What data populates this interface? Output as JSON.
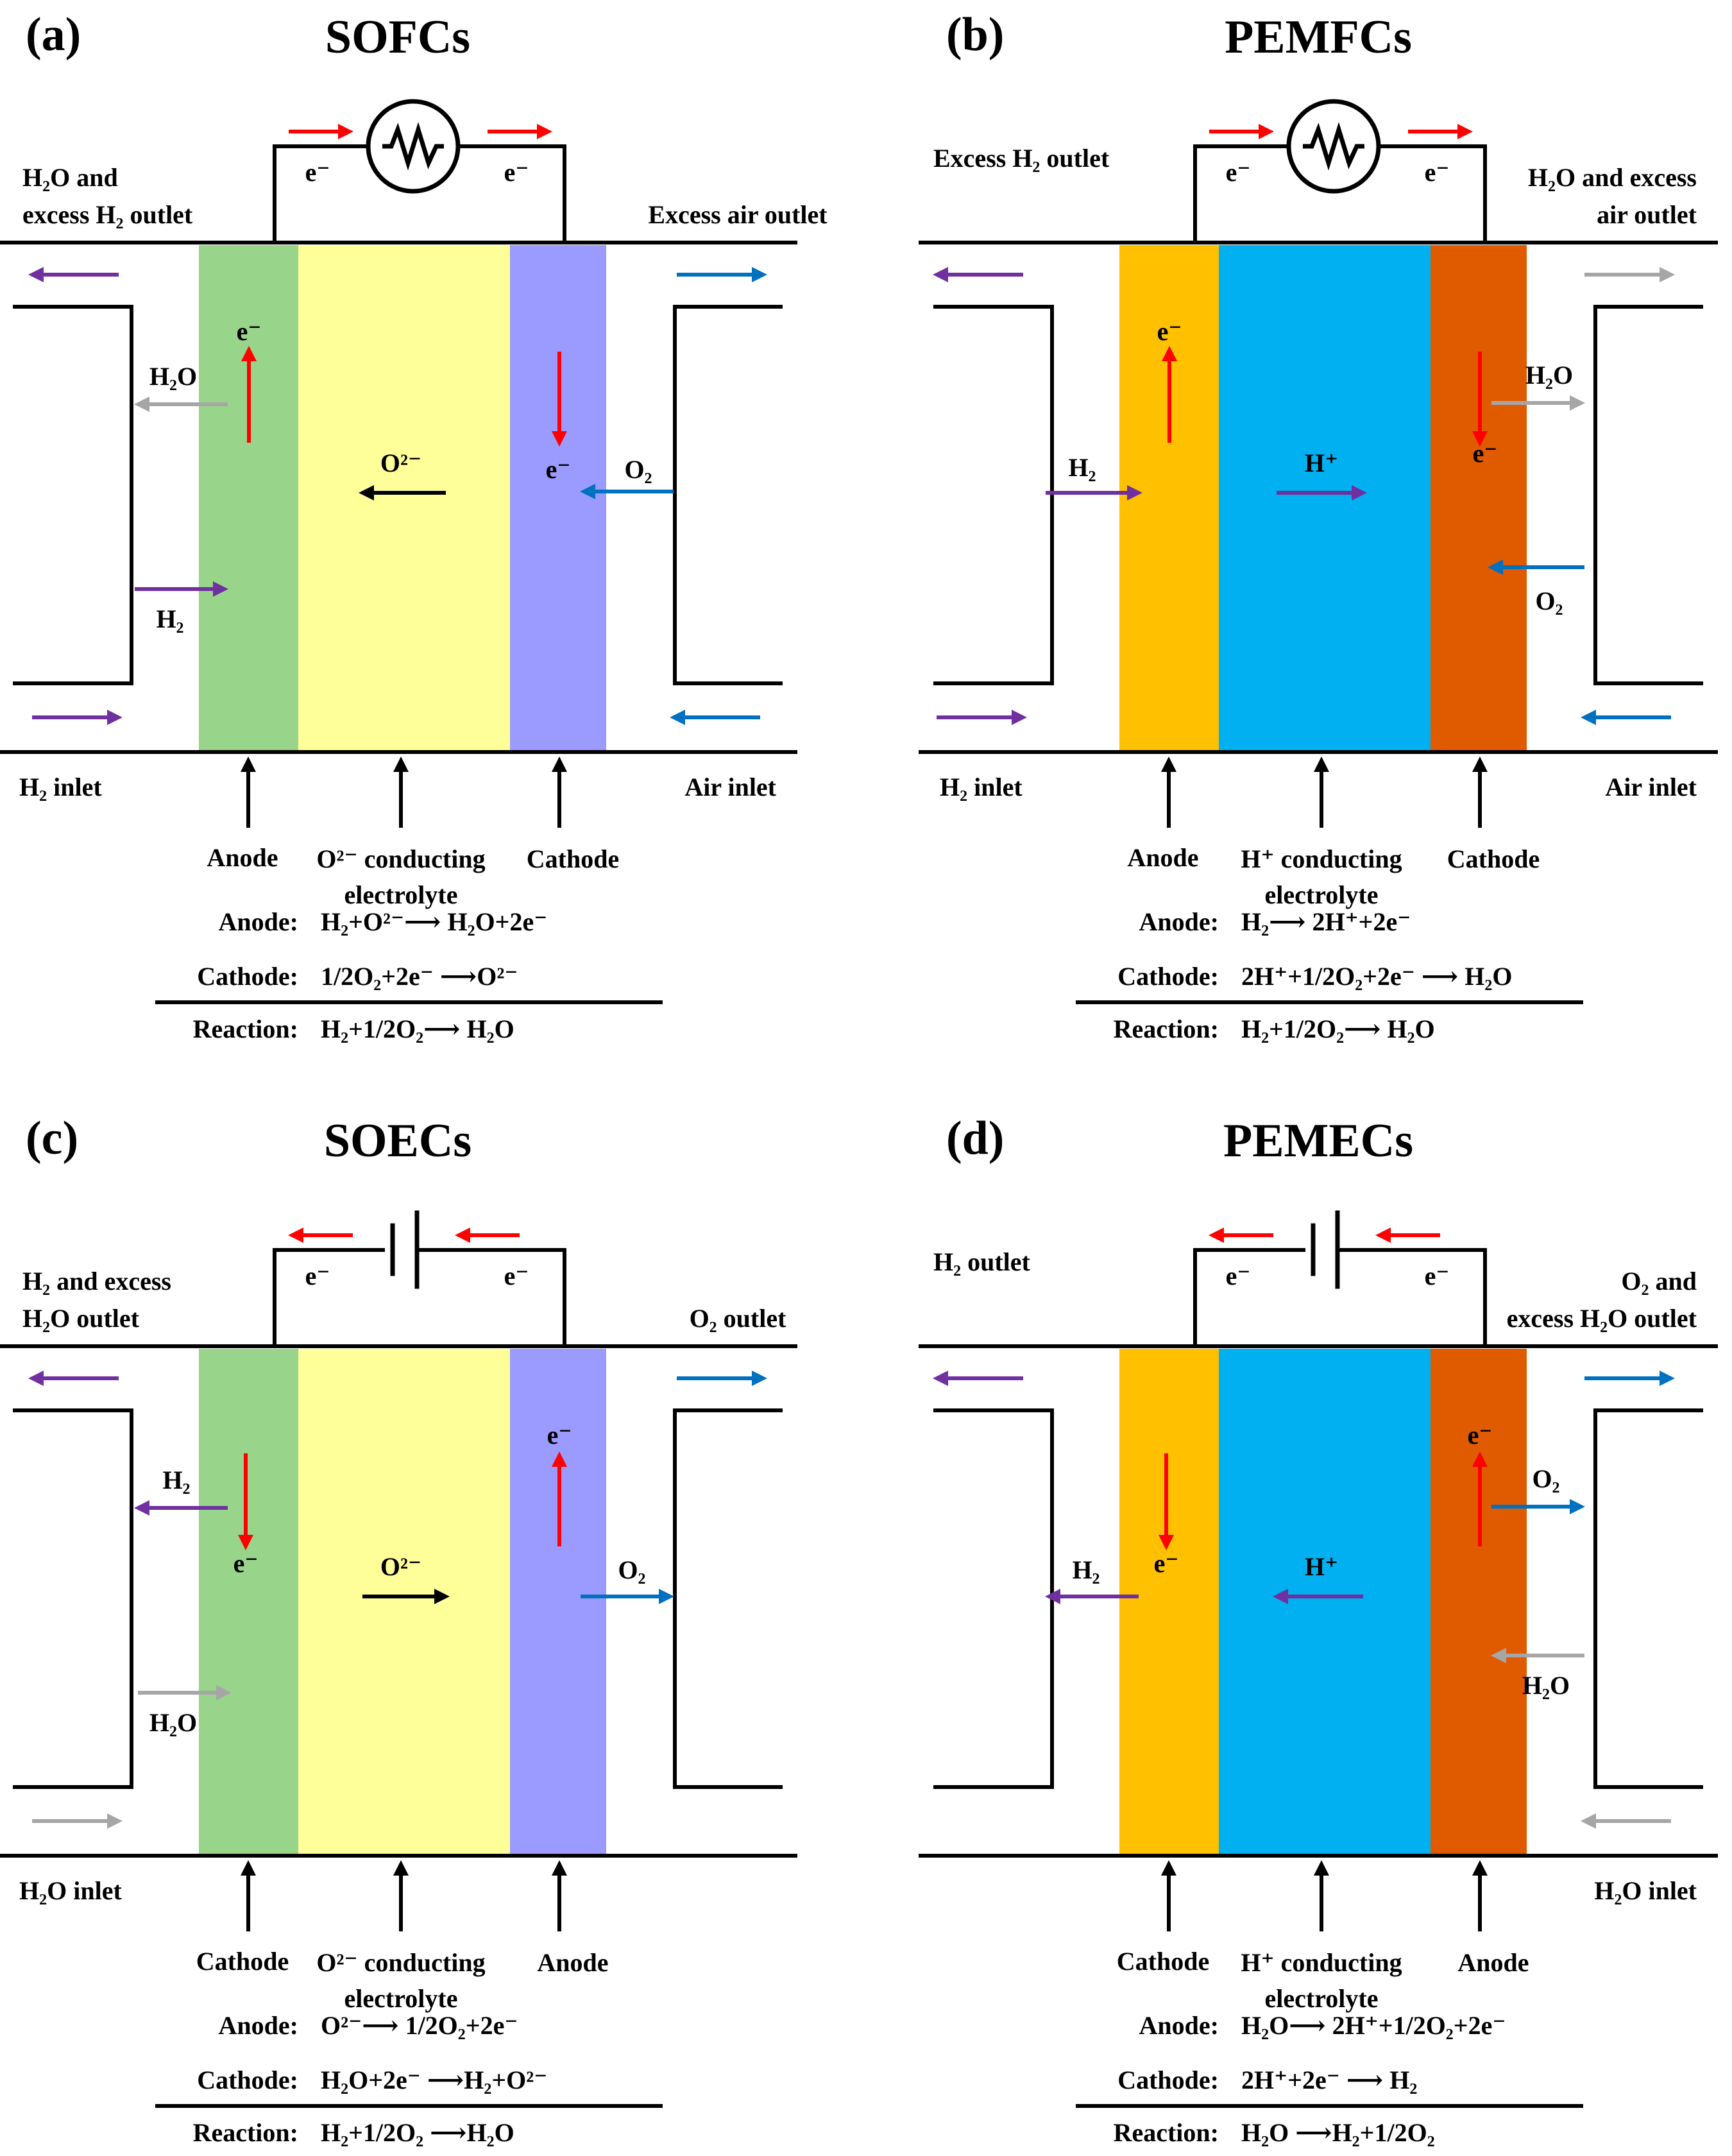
{
  "colors": {
    "sofc_anode": "#98D58A",
    "sofc_electrolyte": "#FFFF99",
    "sofc_cathode": "#9B9BFF",
    "pem_left": "#FFC000",
    "pem_electrolyte": "#00B0F0",
    "pem_right": "#E05A00",
    "electron_arrow": "#FF0000",
    "hydrogen_arrow": "#7030A0",
    "oxygen_arrow": "#0070C0",
    "water_arrow": "#A6A6A6",
    "ion_arrow_black": "#000000"
  },
  "panels": [
    {
      "id": "a",
      "tag": "(a)",
      "title": "SOFCs",
      "kind": "SOFC",
      "device": "load-resistor",
      "layer_colors": [
        "#98D58A",
        "#FFFF99",
        "#9B9BFF"
      ],
      "outlet_left": [
        "H₂O and",
        "excess H₂ outlet"
      ],
      "outlet_right": [
        "Excess air outlet"
      ],
      "inlet_left": "H₂ inlet",
      "inlet_right": "Air inlet",
      "wire_left_e": "e⁻",
      "wire_right_e": "e⁻",
      "electron_left_label": "e⁻",
      "electron_right_label": "e⁻",
      "left_top_species": "H₂O",
      "left_bottom_species": "H₂",
      "right_species": "O₂",
      "ion_label": "O²⁻",
      "layer_labels": [
        "Anode",
        "O²⁻ conducting",
        "electrolyte",
        "Cathode"
      ],
      "equations": [
        {
          "label": "Anode:",
          "text": "H₂+O²⁻⟶ H₂O+2e⁻"
        },
        {
          "label": "Cathode:",
          "text": "1/2O₂+2e⁻ ⟶O²⁻"
        },
        {
          "label": "Reaction:",
          "text": "H₂+1/2O₂⟶ H₂O"
        }
      ]
    },
    {
      "id": "b",
      "tag": "(b)",
      "title": "PEMFCs",
      "kind": "PEMFC",
      "device": "load-resistor",
      "layer_colors": [
        "#FFC000",
        "#00B0F0",
        "#E05A00"
      ],
      "outlet_left": [
        "Excess H₂ outlet"
      ],
      "outlet_right": [
        "H₂O and excess",
        "air outlet"
      ],
      "inlet_left": "H₂ inlet",
      "inlet_right": "Air inlet",
      "wire_left_e": "e⁻",
      "wire_right_e": "e⁻",
      "electron_left_label": "e⁻",
      "electron_right_label": "e⁻",
      "left_species": "H₂",
      "right_top_species": "H₂O",
      "right_bottom_species": "O₂",
      "ion_label": "H⁺",
      "layer_labels": [
        "Anode",
        "H⁺ conducting",
        "electrolyte",
        "Cathode"
      ],
      "equations": [
        {
          "label": "Anode:",
          "text": "H₂⟶ 2H⁺+2e⁻"
        },
        {
          "label": "Cathode:",
          "text": "2H⁺+1/2O₂+2e⁻ ⟶ H₂O"
        },
        {
          "label": "Reaction:",
          "text": "H₂+1/2O₂⟶ H₂O"
        }
      ]
    },
    {
      "id": "c",
      "tag": "(c)",
      "title": "SOECs",
      "kind": "SOEC",
      "device": "dc-power-source",
      "layer_colors": [
        "#98D58A",
        "#FFFF99",
        "#9B9BFF"
      ],
      "outlet_left": [
        "H₂ and excess",
        "H₂O outlet"
      ],
      "outlet_right": [
        "O₂ outlet"
      ],
      "inlet_left": "H₂O inlet",
      "wire_left_e": "e⁻",
      "wire_right_e": "e⁻",
      "electron_left_label": "e⁻",
      "electron_right_label": "e⁻",
      "left_top_species": "H₂",
      "left_bottom_species": "H₂O",
      "right_species": "O₂",
      "ion_label": "O²⁻",
      "layer_labels": [
        "Cathode",
        "O²⁻ conducting",
        "electrolyte",
        "Anode"
      ],
      "equations": [
        {
          "label": "Anode:",
          "text": "O²⁻⟶ 1/2O₂+2e⁻"
        },
        {
          "label": "Cathode:",
          "text": "H₂O+2e⁻ ⟶H₂+O²⁻"
        },
        {
          "label": "Reaction:",
          "text": "H₂+1/2O₂ ⟶H₂O"
        }
      ]
    },
    {
      "id": "d",
      "tag": "(d)",
      "title": "PEMECs",
      "kind": "PEMEC",
      "device": "dc-power-source",
      "layer_colors": [
        "#FFC000",
        "#00B0F0",
        "#E05A00"
      ],
      "outlet_left": [
        "H₂ outlet"
      ],
      "outlet_right": [
        "O₂ and",
        "excess H₂O outlet"
      ],
      "inlet_right": "H₂O inlet",
      "wire_left_e": "e⁻",
      "wire_right_e": "e⁻",
      "electron_left_label": "e⁻",
      "electron_right_label": "e⁻",
      "left_species": "H₂",
      "right_top_species": "O₂",
      "right_bottom_species": "H₂O",
      "ion_label": "H⁺",
      "layer_labels": [
        "Cathode",
        "H⁺ conducting",
        "electrolyte",
        "Anode"
      ],
      "equations": [
        {
          "label": "Anode:",
          "text": "H₂O⟶ 2H⁺+1/2O₂+2e⁻"
        },
        {
          "label": "Cathode:",
          "text": "2H⁺+2e⁻ ⟶ H₂"
        },
        {
          "label": "Reaction:",
          "text": "H₂O ⟶H₂+1/2O₂"
        }
      ]
    }
  ]
}
